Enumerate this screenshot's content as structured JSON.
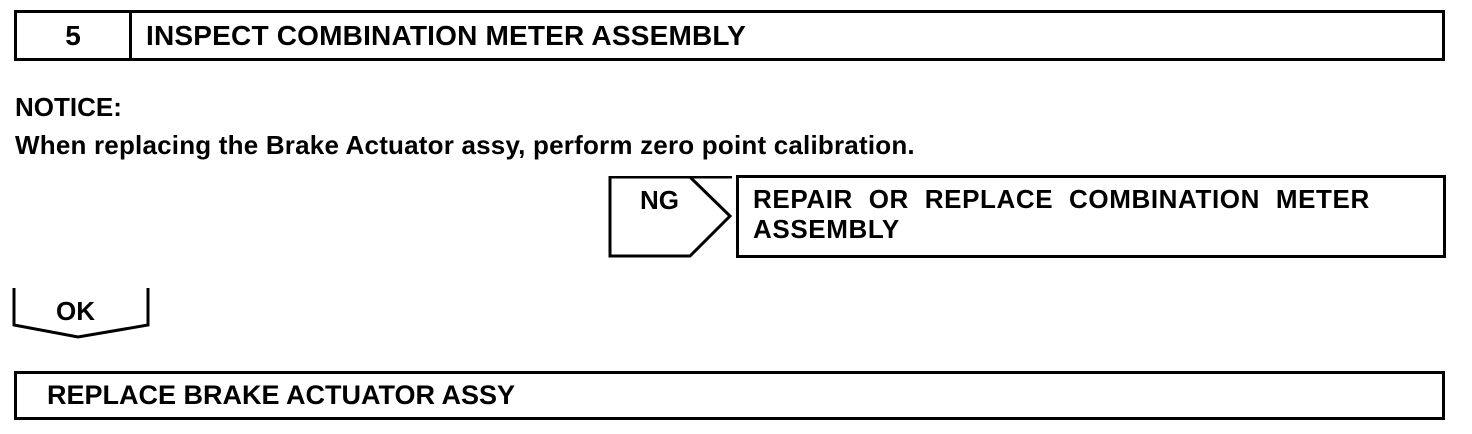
{
  "step": {
    "number": "5",
    "title": "INSPECT COMBINATION METER ASSEMBLY"
  },
  "notice": {
    "label": "NOTICE:",
    "text": "When replacing the Brake Actuator assy, perform zero point calibration."
  },
  "ng_branch": {
    "label": "NG",
    "action": "REPAIR OR REPLACE COMBINATION METER ASSEMBLY"
  },
  "ok_branch": {
    "label": "OK"
  },
  "final": {
    "action": "REPLACE BRAKE ACTUATOR ASSY"
  },
  "colors": {
    "ink": "#000000",
    "background": "#ffffff"
  }
}
